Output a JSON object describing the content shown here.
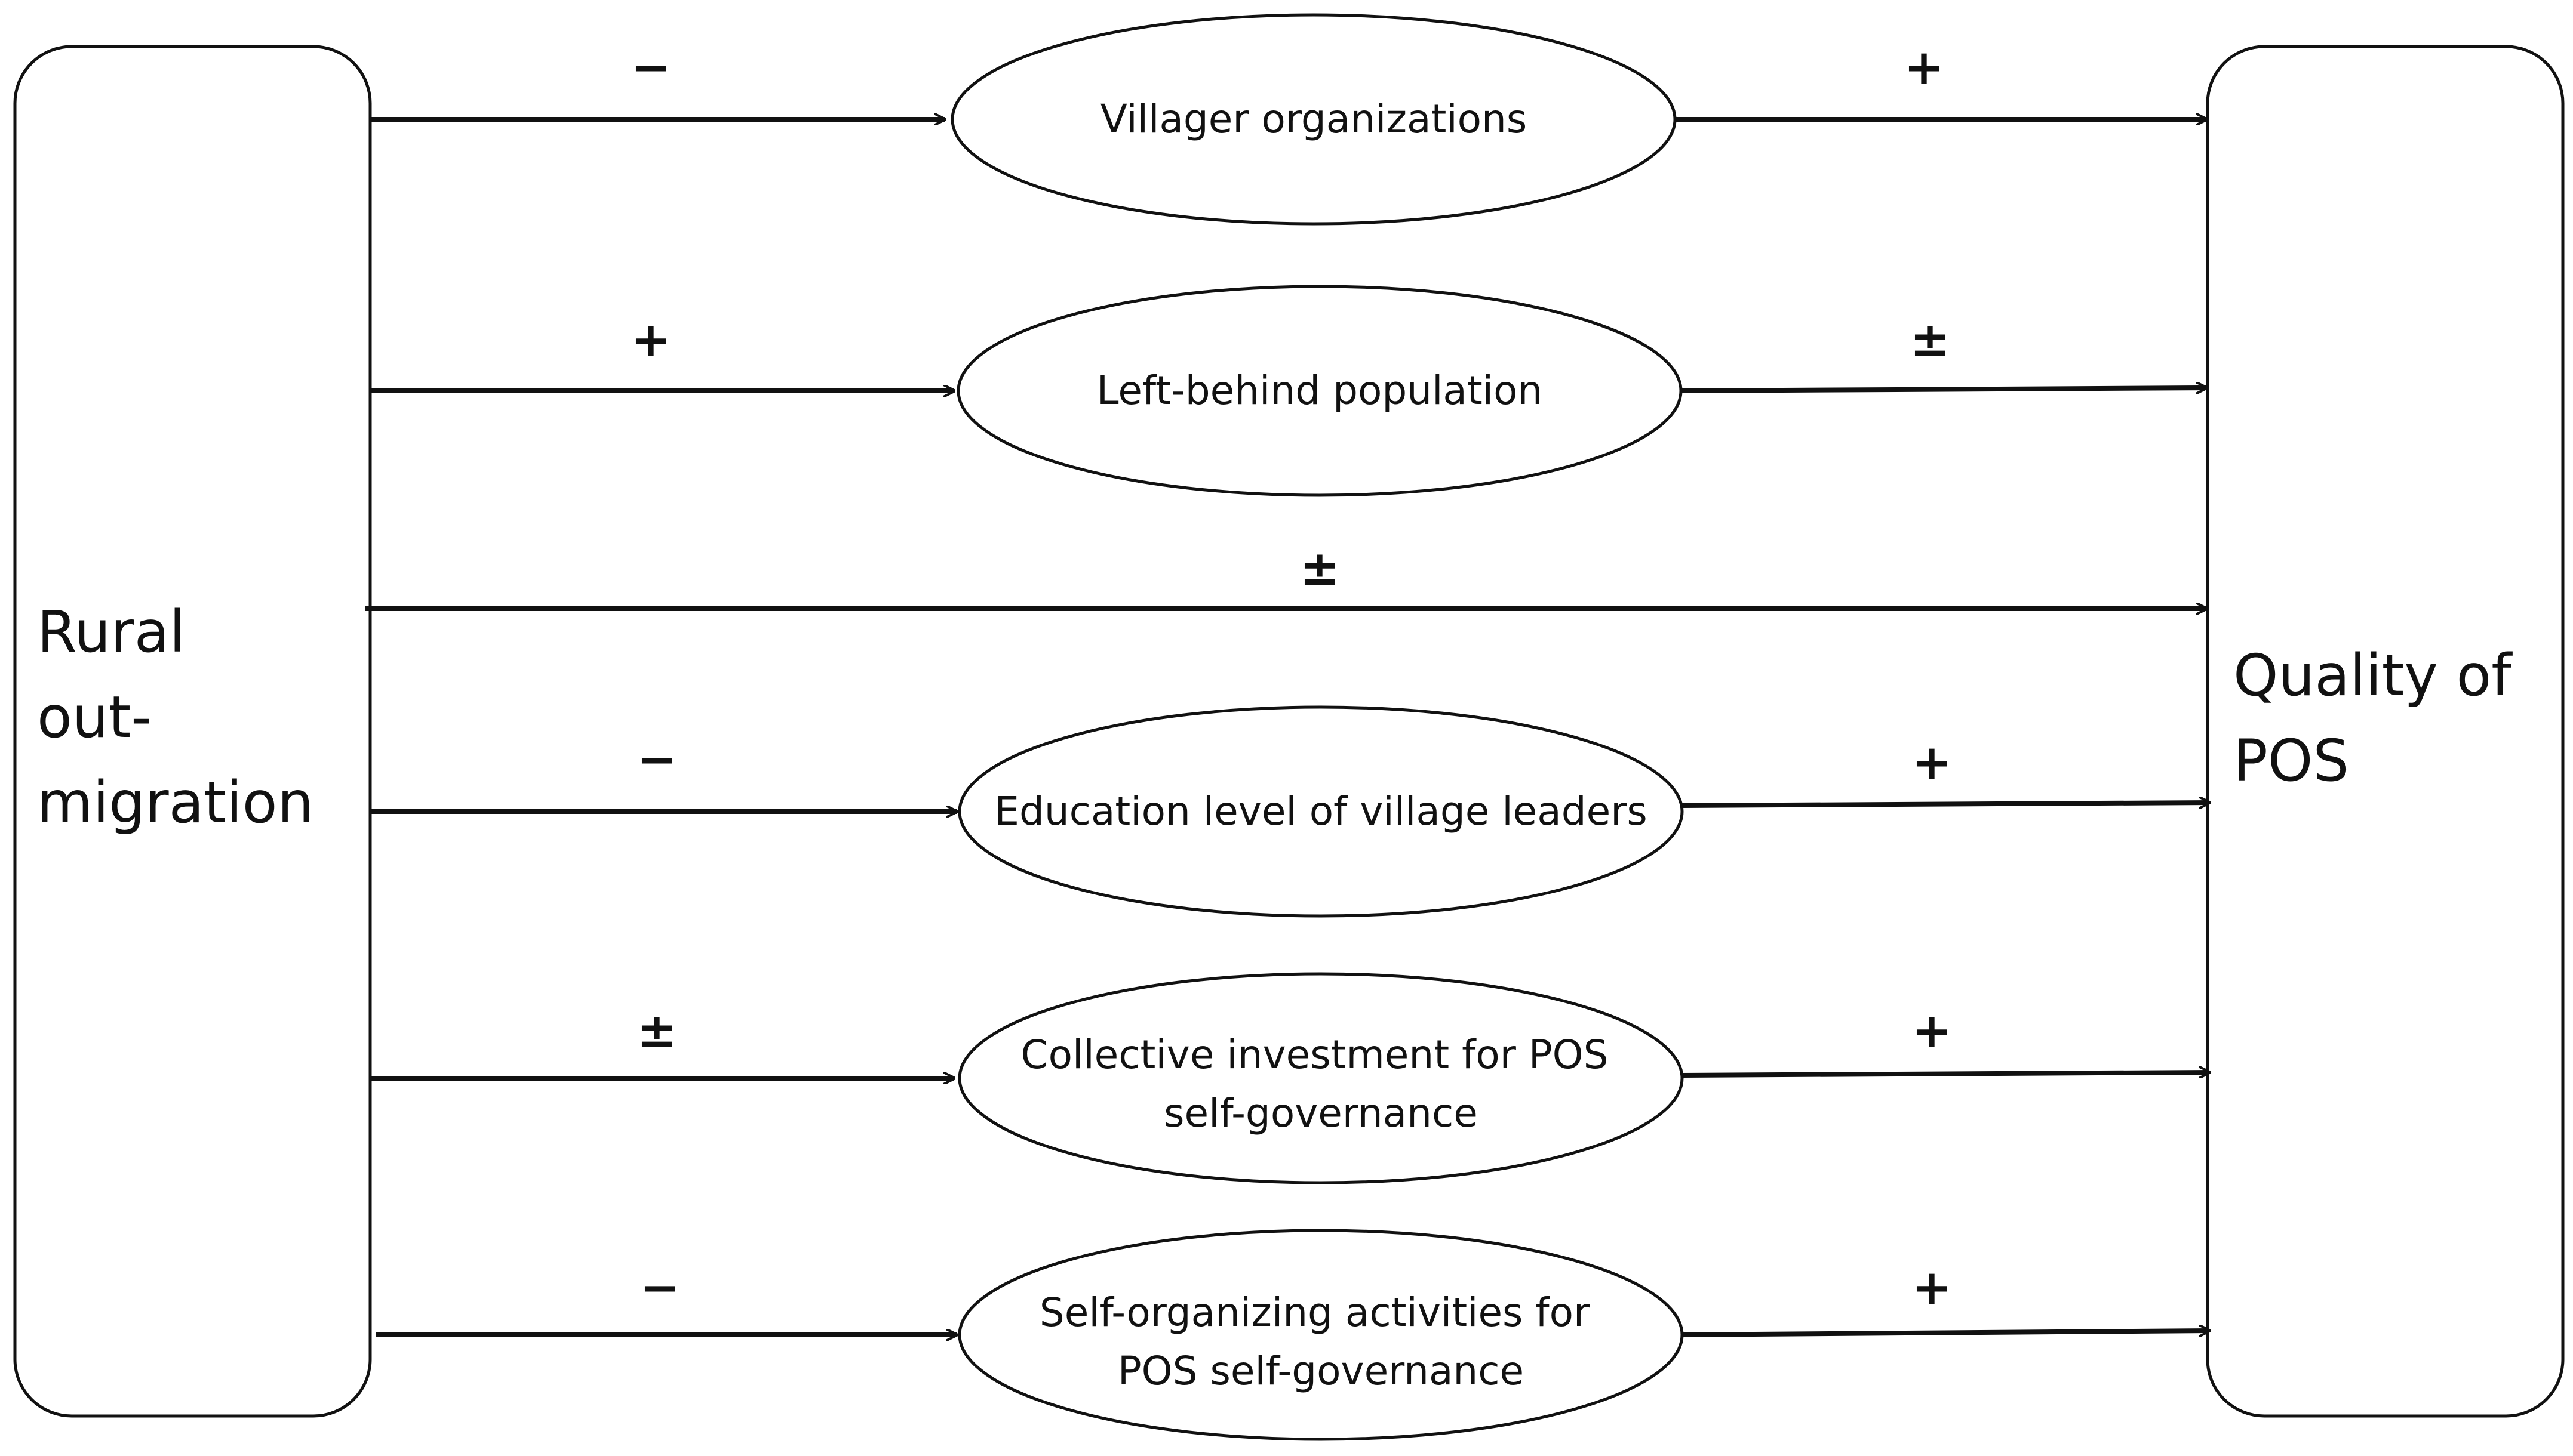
{
  "left_box": {
    "lines": [
      "Rural",
      "out-",
      "migration"
    ]
  },
  "right_box": {
    "lines": [
      "Quality of",
      "POS"
    ]
  },
  "mediators": [
    {
      "lines": [
        "Villager organizations"
      ],
      "sign_in": "−",
      "sign_out": "+"
    },
    {
      "lines": [
        "Left-behind population"
      ],
      "sign_in": "+",
      "sign_out": "±"
    },
    {
      "lines": [
        "Education level of village leaders"
      ],
      "sign_in": "−",
      "sign_out": "+"
    },
    {
      "lines": [
        "Collective investment for POS",
        "self-governance"
      ],
      "sign_in": "±",
      "sign_out": "+"
    },
    {
      "lines": [
        "Self-organizing activities for",
        "POS self-governance"
      ],
      "sign_in": "−",
      "sign_out": "+"
    }
  ],
  "direct_path": {
    "sign": "±"
  },
  "colors": {
    "stroke": "#111111",
    "background": "#ffffff"
  }
}
